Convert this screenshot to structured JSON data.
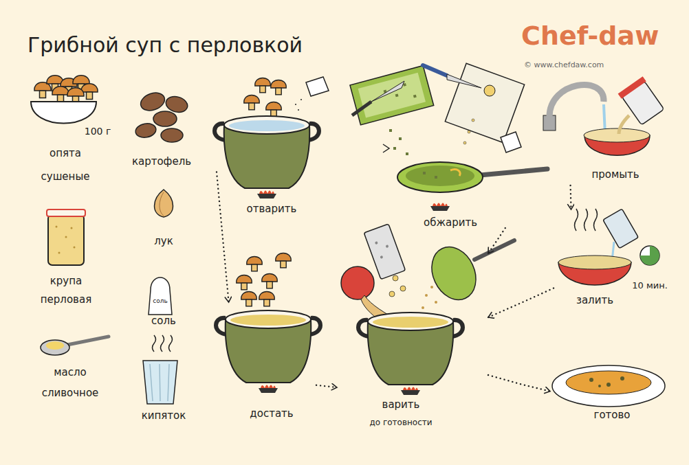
{
  "diagram": {
    "title": "Грибной суп с перловкой",
    "nodes": [
      {
        "text": [
          "отварить"
        ]
      },
      {
        "text": [
          "обжарить"
        ]
      },
      {
        "text": [
          "промыть"
        ]
      },
      {
        "text": [
          "залить",
          "10 мин."
        ]
      },
      {
        "text": [
          "достать"
        ]
      },
      {
        "text": [
          "варить",
          "до готовности"
        ]
      },
      {
        "text": [
          "готово"
        ]
      }
    ],
    "edges": [
      {
        "from": 0,
        "to": 4,
        "arrow": "to"
      },
      {
        "from": 2,
        "to": 3,
        "arrow": "to"
      },
      {
        "from": 1,
        "to": 5,
        "arrow": "to"
      },
      {
        "from": 3,
        "to": 5,
        "arrow": "to"
      },
      {
        "from": 4,
        "to": 5,
        "arrow": "to"
      },
      {
        "from": 5,
        "to": 6,
        "arrow": "to"
      }
    ],
    "labels": [
      "Chef-daw",
      "© www.chefdaw.com",
      "100 г",
      "опята сушеные",
      "картофель",
      "лук",
      "соль",
      "крупа перловая",
      "соль",
      "масло сливочное",
      "кипяток"
    ]
  }
}
